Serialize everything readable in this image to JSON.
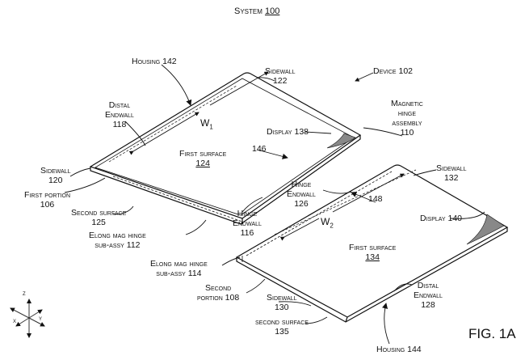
{
  "title": {
    "text": "System",
    "ref": "100"
  },
  "figure_label": "FIG. 1A",
  "axes": {
    "z": "z",
    "x": "x",
    "y": "y"
  },
  "labels": {
    "housing_142": [
      "Housing 142"
    ],
    "sidewall_122": [
      "Sidewall",
      "122"
    ],
    "device_102": [
      "Device 102"
    ],
    "distal_endwall_118": [
      "Distal",
      "Endwall",
      "118"
    ],
    "w1": "W1",
    "magnetic_hinge_110": [
      "Magnetic",
      "hinge",
      "assembly",
      "110"
    ],
    "display_138": [
      "Display 138"
    ],
    "arrow_146": "146",
    "first_surface_124": {
      "text": "First surface",
      "ref": "124"
    },
    "sidewall_120": [
      "Sidewall",
      "120"
    ],
    "first_portion_106": [
      "First portion",
      "106"
    ],
    "second_surface_125": [
      "Second surface",
      "125"
    ],
    "hinge_endwall_116": [
      "Hinge",
      "Endwall",
      "116"
    ],
    "elong_112": [
      "Elong mag hinge",
      "sub-assy 112"
    ],
    "hinge_endwall_126": [
      "Hinge",
      "Endwall",
      "126"
    ],
    "arrow_148": "148",
    "sidewall_132": [
      "Sidewall",
      "132"
    ],
    "w2": "W2",
    "display_140": [
      "Display 140"
    ],
    "first_surface_134": {
      "text": "First surface",
      "ref": "134"
    },
    "elong_114": [
      "Elong mag hinge",
      "sub-assy 114"
    ],
    "second_portion_108": [
      "Second",
      "portion 108"
    ],
    "sidewall_130": [
      "Sidewall",
      "130"
    ],
    "second_surface_135": [
      "second surface",
      "135"
    ],
    "distal_endwall_128": [
      "Distal",
      "Endwall",
      "128"
    ],
    "housing_144": [
      "Housing 144"
    ]
  }
}
